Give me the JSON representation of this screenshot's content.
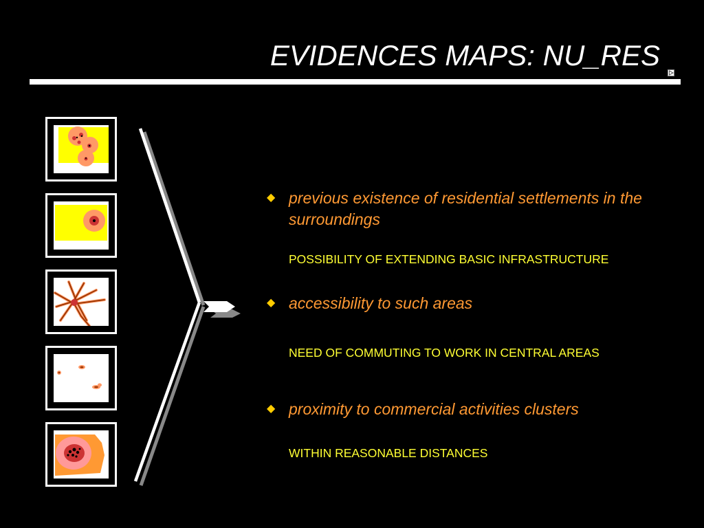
{
  "slide": {
    "title": "EVIDENCES MAPS: NU_RES",
    "nav_icon": "play-arrow-icon"
  },
  "evidence_maps": [
    {
      "name": "residential-settlements-map"
    },
    {
      "name": "single-settlement-map"
    },
    {
      "name": "road-network-map"
    },
    {
      "name": "scattered-clusters-map"
    },
    {
      "name": "commercial-clusters-map"
    }
  ],
  "bullets": [
    {
      "marker": "◆",
      "text": "previous existence of residential settlements in the surroundings",
      "consequence": "POSSIBILITY OF EXTENDING BASIC INFRASTRUCTURE"
    },
    {
      "marker": "◆",
      "text": "accessibility to such areas",
      "consequence": "NEED OF COMMUTING TO WORK IN CENTRAL AREAS"
    },
    {
      "marker": "◆",
      "text": "proximity to commercial activities clusters",
      "consequence": "WITHIN REASONABLE DISTANCES"
    }
  ],
  "colors": {
    "background": "#000000",
    "title": "#ffffff",
    "bullet_marker": "#ffcc00",
    "bullet_text": "#ff9933",
    "consequence_text": "#ffff33",
    "map_yellow": "#ffff00",
    "map_orange": "#ff9966",
    "map_red": "#cc3333"
  }
}
